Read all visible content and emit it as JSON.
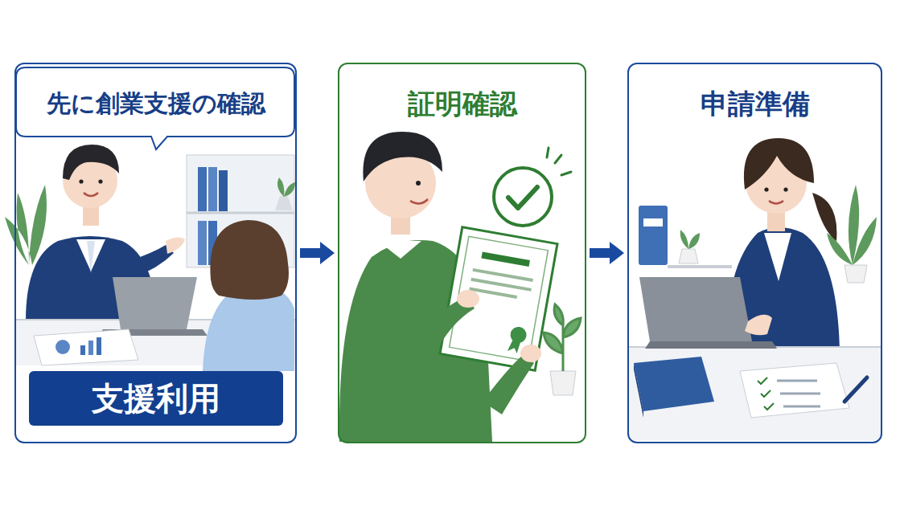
{
  "diagram": {
    "nodes": [
      {
        "text": [
          "先に創業支援の確認"
        ]
      },
      {
        "text": [
          "支援利用"
        ],
        "in": 0
      },
      {
        "text": [
          "証明確認"
        ]
      },
      {
        "text": [
          "申請準備"
        ]
      }
    ],
    "edges": [
      {
        "from": 0,
        "to": 2,
        "arrow": "to"
      },
      {
        "from": 2,
        "to": 3,
        "arrow": "to"
      }
    ]
  }
}
